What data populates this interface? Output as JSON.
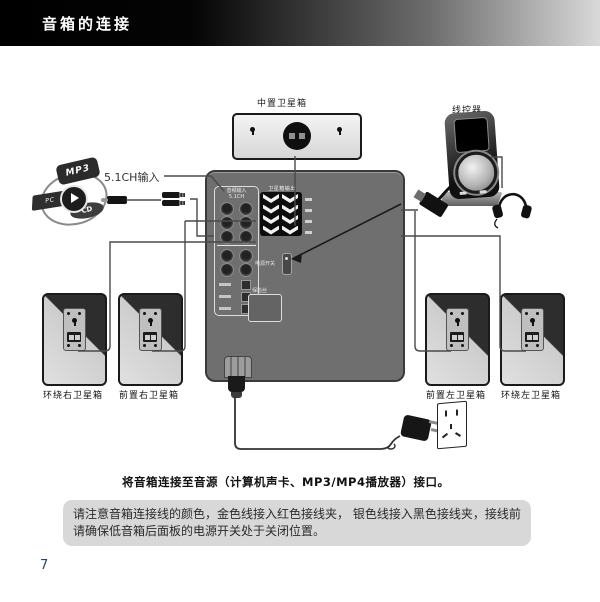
{
  "header": {
    "title": "音箱的连接"
  },
  "diagram": {
    "center_satellite_label": "中置卫星箱",
    "remote_label": "线控器",
    "input_label": "5.1CH输入",
    "speakers": [
      {
        "label": "环绕右卫星箱"
      },
      {
        "label": "前置右卫星箱"
      },
      {
        "label": "前置左卫星箱"
      },
      {
        "label": "环绕左卫星箱"
      }
    ],
    "devices": {
      "mp3": "MP3",
      "pc": "PC",
      "cd": "CD"
    },
    "panel": {
      "audio_input": "音频输入",
      "channel": "5.1CH",
      "sat_output": "卫星箱输出",
      "power_switch": "电源开关",
      "fuse": "保险丝"
    }
  },
  "caption": "将音箱连接至音源（计算机声卡、MP3/MP4播放器）接口。",
  "note": {
    "line1": "请注意音箱连接线的颜色，金色线接入红色接线夹， 银色线接入黑色接线夹，接线前",
    "line2": "请确保低音箱后面板的电源开关处于关闭位置。"
  },
  "page_number": "7"
}
